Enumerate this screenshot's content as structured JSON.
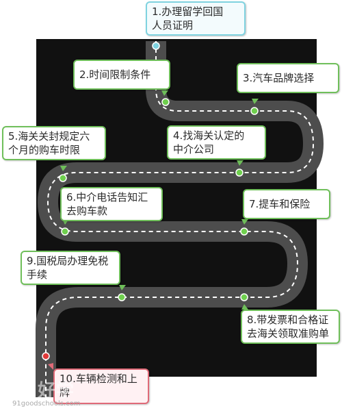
{
  "steps": {
    "s1": "1.办理留学回国\n人员证明",
    "s2": "2.时间限制条件",
    "s3": "3.汽车品牌选择",
    "s4": "4.找海关认定的\n中介公司",
    "s5": "5.海关关封规定六\n个月的购车时限",
    "s6": "6.中介电话告知汇\n去购车款",
    "s7": "7.提车和保险",
    "s8": "8.带发票和合格证\n去海关领取准购单",
    "s9": "9.国税局办理免税\n手续",
    "s10": "10.车辆检测和上\n牌"
  },
  "watermark": {
    "brand": "好学",
    "url": "91goodschools.com"
  },
  "colors": {
    "background": "#111111",
    "road": "#4d4d4d",
    "lane": "#ffffff",
    "marker": "#6fcf4e",
    "start": "#7fd3e0",
    "end": "#e03a3a"
  }
}
